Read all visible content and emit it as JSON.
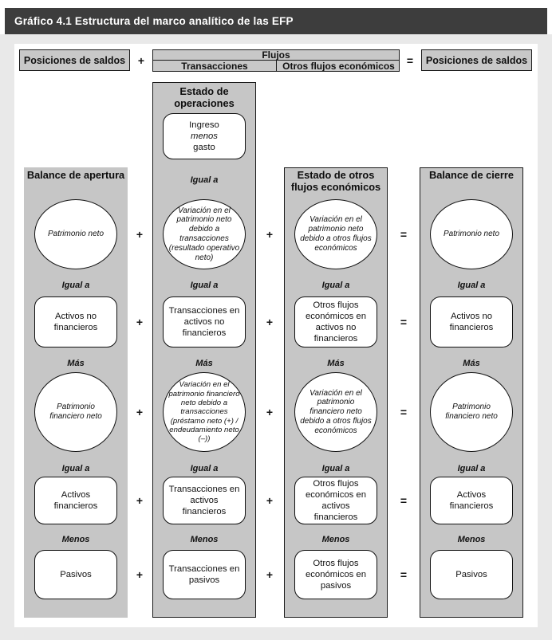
{
  "title": "Gráfico 4.1  Estructura del marco analítico de las EFP",
  "header": {
    "left_box": "Posiciones de saldos",
    "flujos": "Flujos",
    "transacciones": "Transacciones",
    "otros_flujos": "Otros flujos económicos",
    "right_box": "Posiciones de saldos"
  },
  "operators": {
    "plus": "+",
    "equals": "="
  },
  "labels": {
    "igual_a": "Igual a",
    "mas": "Más",
    "menos": "Menos"
  },
  "columns": {
    "apertura": {
      "title": "Balance de apertura",
      "circle1": "Patrimonio neto",
      "box1": "Activos no financieros",
      "circle2": "Patrimonio financiero neto",
      "box2": "Activos financieros",
      "box3": "Pasivos"
    },
    "operaciones": {
      "title": "Estado de operaciones",
      "top_box": {
        "l1": "Ingreso",
        "l2": "menos",
        "l3": "gasto"
      },
      "circle1": "Variación en el patrimonio neto debido a transacciones (resultado operativo neto)",
      "box1": "Transacciones en activos no financieros",
      "circle2": "Variación en el patrimonio financiero neto debido a transacciones (préstamo neto (+) / endeudamiento neto (–))",
      "box2": "Transacciones en activos financieros",
      "box3": "Transacciones en pasivos"
    },
    "otros_flujos": {
      "title": "Estado de otros flujos económicos",
      "circle1": "Variación en el patrimonio neto debido a otros flujos económicos",
      "box1": "Otros flujos económicos en activos no financieros",
      "circle2": "Variación en el patrimonio financiero neto debido a otros flujos económicos",
      "box2": "Otros flujos económicos en activos financieros",
      "box3": "Otros flujos económicos en pasivos"
    },
    "cierre": {
      "title": "Balance de cierre",
      "circle1": "Patrimonio neto",
      "box1": "Activos no financieros",
      "circle2": "Patrimonio financiero neto",
      "box2": "Activos financieros",
      "box3": "Pasivos"
    }
  },
  "accent_colors": {
    "titlebar_bg": "#3d3d3d",
    "column_fill": "#c6c6c6",
    "figure_bg": "#e9e9e9"
  }
}
